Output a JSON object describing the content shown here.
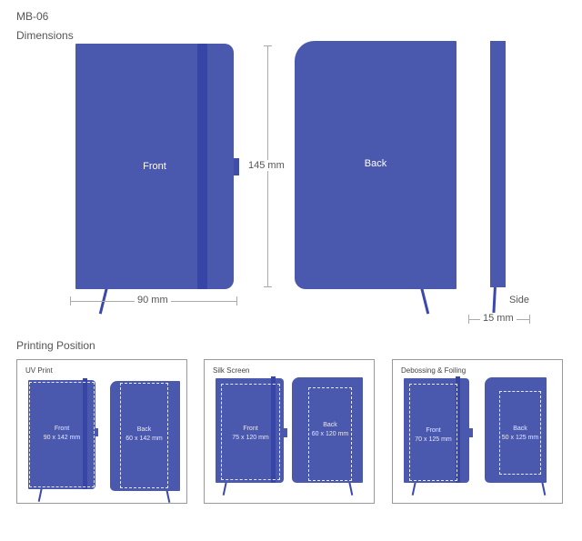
{
  "header": {
    "model": "MB-06",
    "section": "Dimensions"
  },
  "dimensions": {
    "front_label": "Front",
    "back_label": "Back",
    "side_label": "Side",
    "height": "145 mm",
    "width": "90 mm",
    "depth": "15 mm"
  },
  "printing": {
    "title": "Printing Position",
    "panels": [
      {
        "title": "UV Print",
        "front_label": "Front",
        "front_size": "90 x 142 mm",
        "back_label": "Back",
        "back_size": "60 x 142 mm"
      },
      {
        "title": "Silk Screen",
        "front_label": "Front",
        "front_size": "75 x 120 mm",
        "back_label": "Back",
        "back_size": "60 x 120 mm"
      },
      {
        "title": "Debossing & Foiling",
        "front_label": "Front",
        "front_size": "70 x 125 mm",
        "back_label": "Back",
        "back_size": "50 x 125 mm"
      }
    ]
  },
  "colors": {
    "cover": "#4a58ad",
    "band": "#3746a6"
  }
}
